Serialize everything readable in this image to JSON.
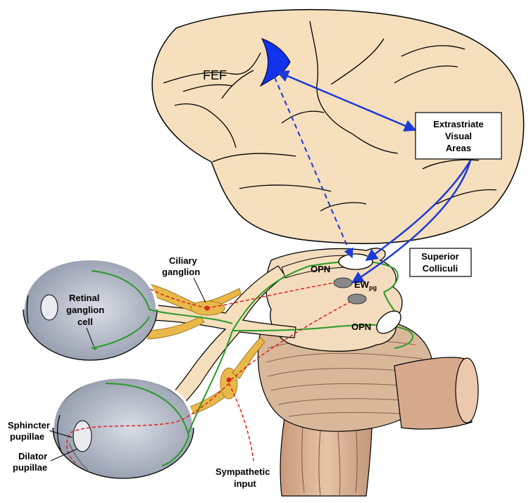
{
  "labels": {
    "fef": "FEF",
    "extrastriate": [
      "Extrastriate",
      "Visual",
      "Areas"
    ],
    "superior_colliculi": [
      "Superior",
      "Colliculi"
    ],
    "opn_top": "OPN",
    "opn_bottom": "OPN",
    "ewpg_main": "EW",
    "ewpg_sub": "pg",
    "ciliary_ganglion": [
      "Ciliary",
      "ganglion"
    ],
    "retinal_ganglion": [
      "Retinal",
      "ganglion",
      "cell"
    ],
    "sphincter": [
      "Sphincter",
      "pupillae"
    ],
    "dilator": [
      "Dilator",
      "pupillae"
    ],
    "sympathetic": [
      "Sympathetic",
      "input"
    ]
  },
  "colors": {
    "brain_fill": "#f5dfbd",
    "fef_fill": "#1133ee",
    "arrow_blue": "#1a3ad8",
    "pathway_green": "#2a9a2a",
    "parasympathetic_red": "#dd2222",
    "nerve_yellow": "#e8b94a",
    "eye_gray": "#b6bcc9",
    "brainstem": "#d9b89a"
  }
}
